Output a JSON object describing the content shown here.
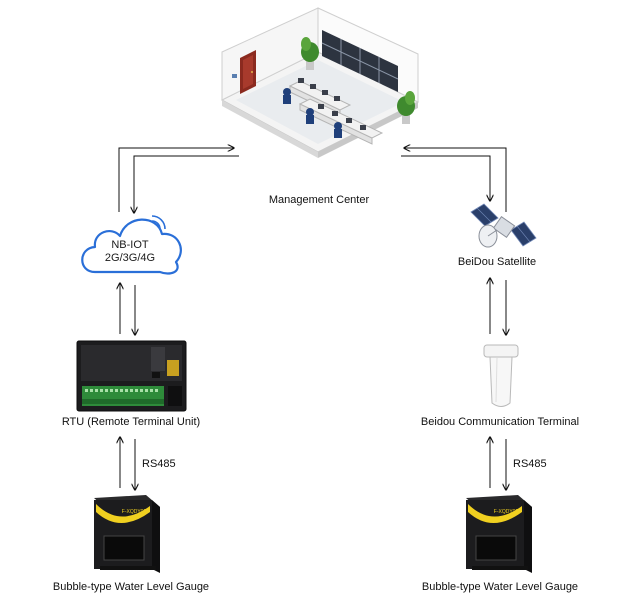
{
  "nodes": {
    "management_center": "Management Center",
    "cloud_line1": "NB-IOT",
    "cloud_line2": "2G/3G/4G",
    "satellite": "BeiDou Satellite",
    "rtu": "RTU (Remote Terminal Unit)",
    "beidou_terminal": "Beidou Communication Terminal",
    "gauge_left": "Bubble-type Water Level Gauge",
    "gauge_right": "Bubble-type Water Level Gauge"
  },
  "links": {
    "left_protocol": "RS485",
    "right_protocol": "RS485"
  },
  "device_text": {
    "gauge_badge": "F-XQDY00"
  },
  "colors": {
    "cloud_stroke": "#2a6fd8",
    "gauge_yellow": "#f0d020",
    "rtu_green": "#2e8b3a"
  }
}
